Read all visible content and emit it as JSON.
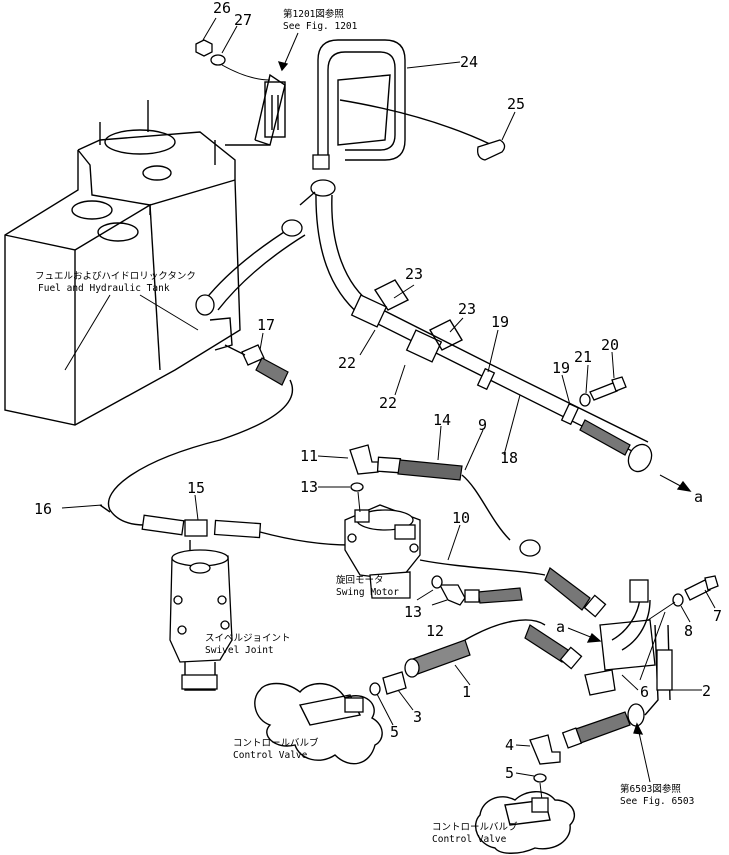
{
  "callouts": [
    "1",
    "2",
    "3",
    "4",
    "5",
    "5",
    "6",
    "7",
    "8",
    "9",
    "10",
    "11",
    "12",
    "13",
    "13",
    "14",
    "15",
    "16",
    "17",
    "18",
    "19",
    "19",
    "20",
    "21",
    "22",
    "22",
    "23",
    "23",
    "24",
    "25",
    "26",
    "27"
  ],
  "refs": {
    "fig1201_jp": "第1201図参照",
    "fig1201_en": "See Fig. 1201",
    "fig6503_jp": "第6503図参照",
    "fig6503_en": "See Fig. 6503"
  },
  "labels": {
    "tank_jp": "フュエルおよびハイドロリックタンク",
    "tank_en": "Fuel and Hydraulic Tank",
    "swing_jp": "旋回モータ",
    "swing_en": "Swing Motor",
    "swivel_jp": "スイベルジョイント",
    "swivel_en": "Swivel Joint",
    "cv1_jp": "コントロールバルブ",
    "cv1_en": "Control Valve",
    "cv2_jp": "コントロールバルブ",
    "cv2_en": "Control Valve"
  },
  "connectors": [
    "a",
    "a"
  ]
}
